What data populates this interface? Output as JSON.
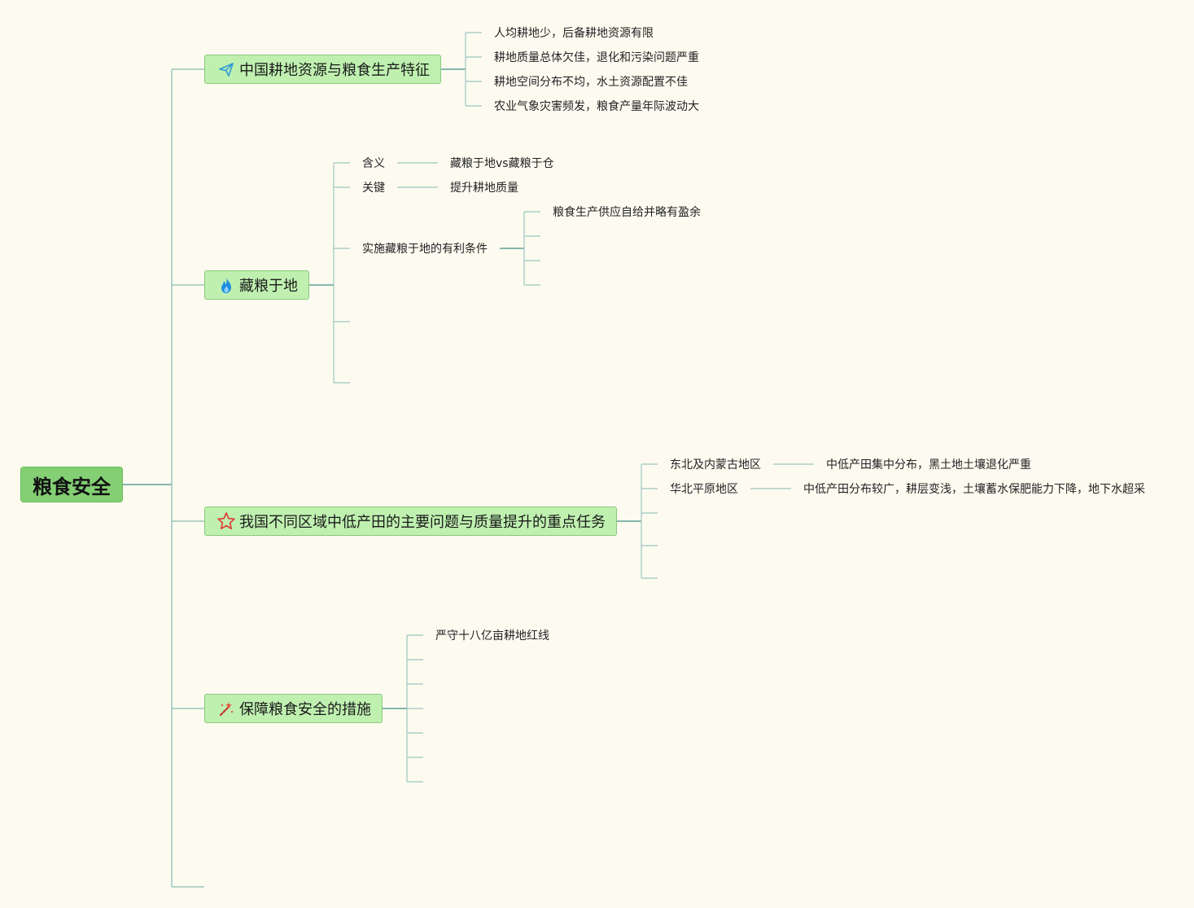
{
  "root": {
    "label": "粮食安全"
  },
  "colors": {
    "background": "#fdfbf0",
    "root_fill": "#84cf74",
    "main_fill": "#bff0b0",
    "main_border": "#8cc780",
    "line": "#5f9f98",
    "line_light": "#9cc6be"
  },
  "branches": [
    {
      "label": "中国耕地资源与粮食生产特征",
      "icon": "paper-plane-icon",
      "children": [
        "人均耕地少，后备耕地资源有限",
        "耕地质量总体欠佳，退化和污染问题严重",
        "耕地空间分布不均，水土资源配置不佳",
        "农业气象灾害频发，粮食产量年际波动大"
      ]
    },
    {
      "label": "藏粮于地",
      "icon": "flame-icon",
      "children": [
        {
          "label": "含义",
          "value": "藏粮于地vs藏粮于仓"
        },
        {
          "label": "关键",
          "value": "提升耕地质量"
        },
        {
          "label": "实施藏粮于地的有利条件",
          "sub": [
            "粮食生产供应自给并略有盈余"
          ]
        }
      ]
    },
    {
      "label": "我国不同区域中低产田的主要问题与质量提升的重点任务",
      "icon": "star-icon",
      "children": [
        {
          "label": "东北及内蒙古地区",
          "value": "中低产田集中分布，黑土地土壤退化严重"
        },
        {
          "label": "华北平原地区",
          "value": "中低产田分布较广，耕层变浅，土壤蓄水保肥能力下降，地下水超采"
        }
      ]
    },
    {
      "label": "保障粮食安全的措施",
      "icon": "magic-wand-icon",
      "children": [
        "严守十八亿亩耕地红线"
      ]
    }
  ]
}
